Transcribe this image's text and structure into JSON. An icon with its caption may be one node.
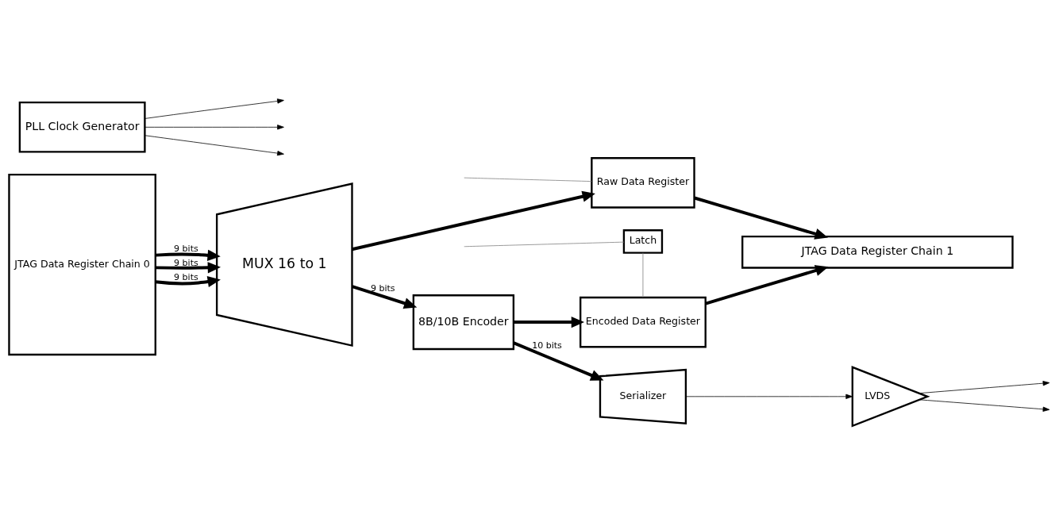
{
  "diagram": {
    "nodes": [
      {
        "text": [
          "JTAG Data Register Chain 0"
        ]
      },
      {
        "text": [
          "MUX 16 to 1"
        ]
      },
      {
        "text": [
          "8B/10B Encoder"
        ]
      },
      {
        "text": [
          "Serializer"
        ]
      },
      {
        "text": [
          "LVDS"
        ]
      },
      {
        "text": [
          "Raw Data Register"
        ]
      },
      {
        "text": [
          "Encoded Data Register"
        ]
      },
      {
        "text": [
          "Latch"
        ]
      },
      {
        "text": [
          "PLL Clock Generator"
        ]
      },
      {
        "text": [
          "JTAG Data Register Chain 1"
        ]
      }
    ],
    "edges": [
      {
        "from": 0,
        "to": 1,
        "arrow": "to",
        "label": "9 bits",
        "style": "thick"
      },
      {
        "from": 0,
        "to": 1,
        "arrow": "to",
        "label": "9 bits",
        "style": "thick"
      },
      {
        "from": 0,
        "to": 1,
        "arrow": "to",
        "label": "9 bits",
        "style": "thick"
      },
      {
        "from": 1,
        "to": 2,
        "arrow": "to",
        "label": "9 bits",
        "style": "thick"
      },
      {
        "from": 1,
        "to": 5,
        "arrow": "to",
        "style": "thick"
      },
      {
        "from": 2,
        "to": 3,
        "arrow": "to",
        "label": "10 bits",
        "style": "thick"
      },
      {
        "from": 2,
        "to": 6,
        "arrow": "to",
        "style": "thick"
      },
      {
        "from": 3,
        "to": 4,
        "arrow": "to"
      },
      {
        "from": 4,
        "to": null,
        "arrow": "to"
      },
      {
        "from": 4,
        "to": null,
        "arrow": "to"
      },
      {
        "from": 5,
        "to": 9,
        "arrow": "to",
        "style": "thick"
      },
      {
        "from": 6,
        "to": 9,
        "arrow": "to",
        "style": "thick"
      },
      {
        "from": null,
        "to": 5,
        "arrow": "none",
        "color": "#7f7f7f"
      },
      {
        "from": null,
        "to": 7,
        "arrow": "none",
        "color": "#7f7f7f"
      },
      {
        "from": 7,
        "to": 6,
        "arrow": "none",
        "color": "#7f7f7f"
      },
      {
        "from": 8,
        "to": null,
        "arrow": "to"
      },
      {
        "from": 8,
        "to": null,
        "arrow": "to"
      },
      {
        "from": 8,
        "to": null,
        "arrow": "to"
      }
    ]
  }
}
